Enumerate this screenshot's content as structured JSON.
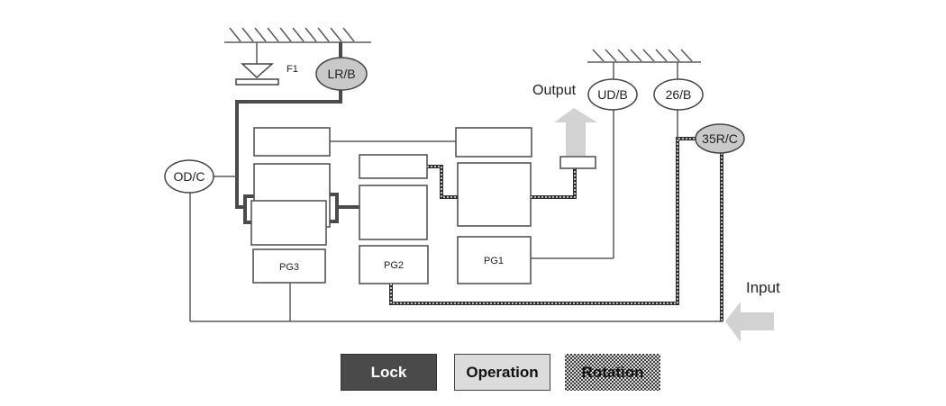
{
  "diagram": {
    "labels": {
      "f1": "F1",
      "lr_b": "LR/B",
      "od_c": "OD/C",
      "ud_b": "UD/B",
      "b26": "26/B",
      "r35c": "35R/C",
      "output": "Output",
      "input": "Input",
      "pg1": "PG1",
      "pg2": "PG2",
      "pg3": "PG3"
    }
  },
  "legend": [
    {
      "label": "Lock",
      "color": "#4a4a4a"
    },
    {
      "label": "Operation",
      "color": "#dcdcdc"
    },
    {
      "label": "Rotation",
      "color": "checkerboard"
    }
  ],
  "colors": {
    "element_fill_engaged": "#c9c9c9",
    "arrow": "#d2d2d2",
    "lock_path": "#4a4a4a"
  }
}
